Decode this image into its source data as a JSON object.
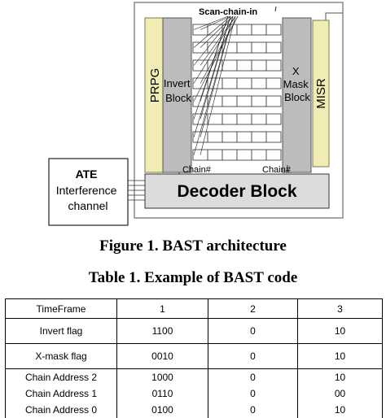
{
  "figure": {
    "labels": {
      "scan_chain_in": "Scan-chain-in",
      "prpg": "PRPG",
      "invert_block": [
        "Invert",
        "Block"
      ],
      "x_mask_block": [
        "X",
        "Mask",
        "Block"
      ],
      "misr": "MISR",
      "chain_left": "Chain#",
      "chain_right": "Chain#",
      "decoder": "Decoder Block",
      "ate": [
        "ATE",
        "Interference",
        "channel"
      ]
    },
    "colors": {
      "prpg_fill": "#f0ecb4",
      "block_fill": "#bcbcbc",
      "decoder_fill": "#dcdcdc",
      "frame": "#888888"
    }
  },
  "captions": {
    "figure": "Figure 1. BAST architecture",
    "table": "Table 1. Example of BAST code"
  },
  "table": {
    "header": [
      "TimeFrame",
      "1",
      "2",
      "3"
    ],
    "invert": [
      "Invert flag",
      "1100",
      "0",
      "10"
    ],
    "xmask": [
      "X-mask flag",
      "0010",
      "0",
      "10"
    ],
    "chain2": [
      "Chain Address 2",
      "1000",
      "0",
      "10"
    ],
    "chain1": [
      "Chain Address 1",
      "0110",
      "0",
      "00"
    ],
    "chain0": [
      "Chain Address 0",
      "0100",
      "0",
      "10"
    ]
  }
}
